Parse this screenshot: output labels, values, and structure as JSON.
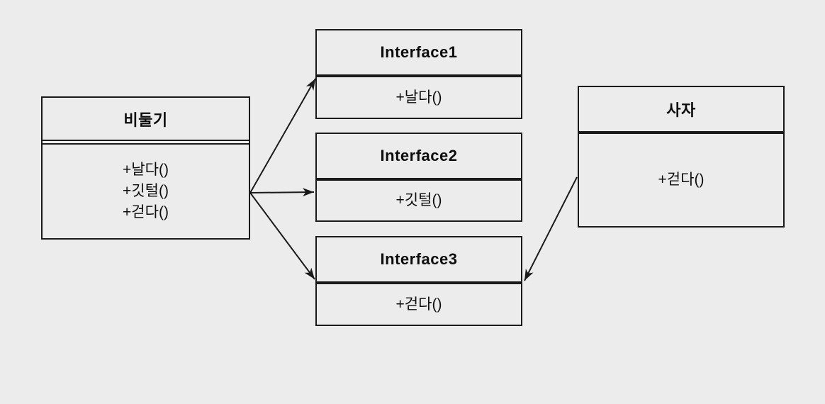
{
  "canvas": {
    "background_color": "#ececec",
    "stroke_color": "#1a1a1a",
    "text_color": "#0d0d0d"
  },
  "classes": {
    "pigeon": {
      "title": "비둘기",
      "methods": [
        "+날다()",
        "+깃털()",
        "+걷다()"
      ]
    },
    "interface1": {
      "title": "Interface1",
      "methods": [
        "+날다()"
      ]
    },
    "interface2": {
      "title": "Interface2",
      "methods": [
        "+깃털()"
      ]
    },
    "interface3": {
      "title": "Interface3",
      "methods": [
        "+걷다()"
      ]
    },
    "lion": {
      "title": "사자",
      "methods": [
        "+걷다()"
      ]
    }
  },
  "relations": [
    {
      "from": "비둘기",
      "to": "Interface1",
      "style": "solid-arrow"
    },
    {
      "from": "비둘기",
      "to": "Interface2",
      "style": "solid-arrow"
    },
    {
      "from": "비둘기",
      "to": "Interface3",
      "style": "solid-arrow"
    },
    {
      "from": "사자",
      "to": "Interface3",
      "style": "solid-arrow"
    }
  ]
}
